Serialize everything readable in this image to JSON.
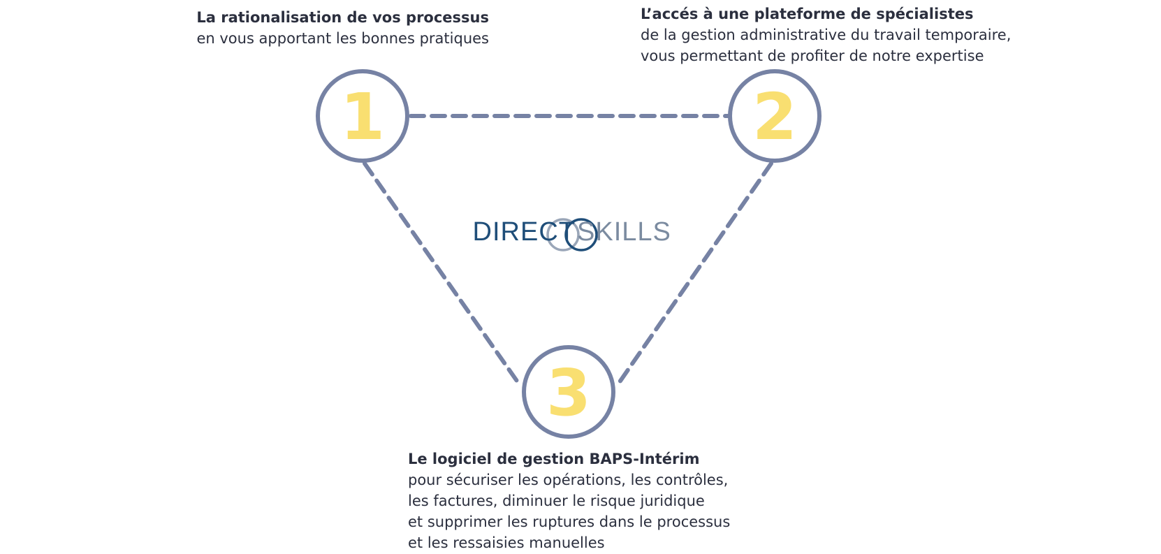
{
  "colors": {
    "accent_line": "#7682a4",
    "number_fill": "#f9df71",
    "text": "#2b2f3e",
    "logo_primary": "#1f4e79",
    "logo_secondary": "#7b8ba0"
  },
  "nodes": [
    {
      "number": "1",
      "title": "La rationalisation de vos processus",
      "lines": [
        "en vous apportant les bonnes pratiques"
      ]
    },
    {
      "number": "2",
      "title": "L’accés à une plateforme de spécialistes",
      "lines": [
        "de la gestion administrative du travail temporaire,",
        "vous permettant de profiter de notre expertise"
      ]
    },
    {
      "number": "3",
      "title": "Le logiciel de gestion BAPS-Intérim",
      "lines": [
        "pour sécuriser les opérations, les contrôles,",
        "les factures, diminuer le risque juridique",
        "et supprimer les ruptures dans le processus",
        "et les ressaisies manuelles"
      ]
    }
  ],
  "logo": {
    "part1": "DIRECT",
    "part2": "SKILLS"
  }
}
